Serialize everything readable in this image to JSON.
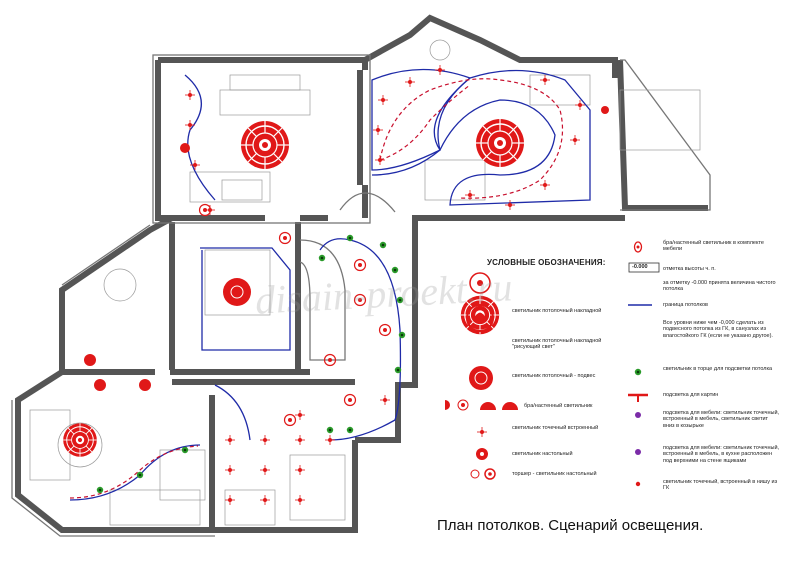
{
  "watermark": "disain-proekt.ru",
  "caption": "План потолков. Сценарий освещения.",
  "legend": {
    "title": "УСЛОВНЫЕ ОБОЗНАЧЕНИЯ:",
    "left": [
      {
        "key": "surface",
        "text": "светильник потолочный накладной"
      },
      {
        "key": "drawing",
        "text": "светильник потолочный накладной \"рисующий свет\""
      },
      {
        "key": "suspended",
        "text": "светильник потолочный - подвес"
      },
      {
        "key": "sconce",
        "text": "бра/настенный светильник"
      },
      {
        "key": "spot",
        "text": "светильник точечный встроенный"
      },
      {
        "key": "table",
        "text": "светильник настольный"
      },
      {
        "key": "torchere",
        "text": "торшер - светильник настольный"
      }
    ],
    "right": [
      {
        "key": "furniture-sconce",
        "text": "бра/настенный светильник в комплекте мебели"
      },
      {
        "key": "height-mark",
        "mark": "-0.000",
        "text": "отметка высоты ч. п."
      },
      {
        "key": "zero-note",
        "text": "за отметку -0.000 принята величина чистого потолка"
      },
      {
        "key": "ceiling-border",
        "text": "граница потолков"
      },
      {
        "key": "level-note",
        "text": "Все уровни ниже чем -0,000 сделать из подвесного потолка из ГК, в санузлах из влагостойкого ГК (если не указано другое)."
      },
      {
        "key": "end-light",
        "text": "светильник в торце для подсветки потолка"
      },
      {
        "key": "picture-light",
        "text": "подсветка для картин"
      },
      {
        "key": "furniture-spot",
        "text": "подсветка для мебели: светильник точечный, встроенный в мебель, светильник светит вниз в козырьке"
      },
      {
        "key": "kitchen-spot",
        "text": "подсветка для мебели: светильник точечный, встроенный в мебель, в кухне расположен под верхними на стене ящиками"
      },
      {
        "key": "niche-spot",
        "text": "светильник точечный, встроенный в нишу из ГК"
      }
    ]
  },
  "colors": {
    "wall": "#555555",
    "lamp": "#e01818",
    "border": "#1f2ba8",
    "green": "#2a9a2a",
    "purple": "#7b2ca8"
  }
}
